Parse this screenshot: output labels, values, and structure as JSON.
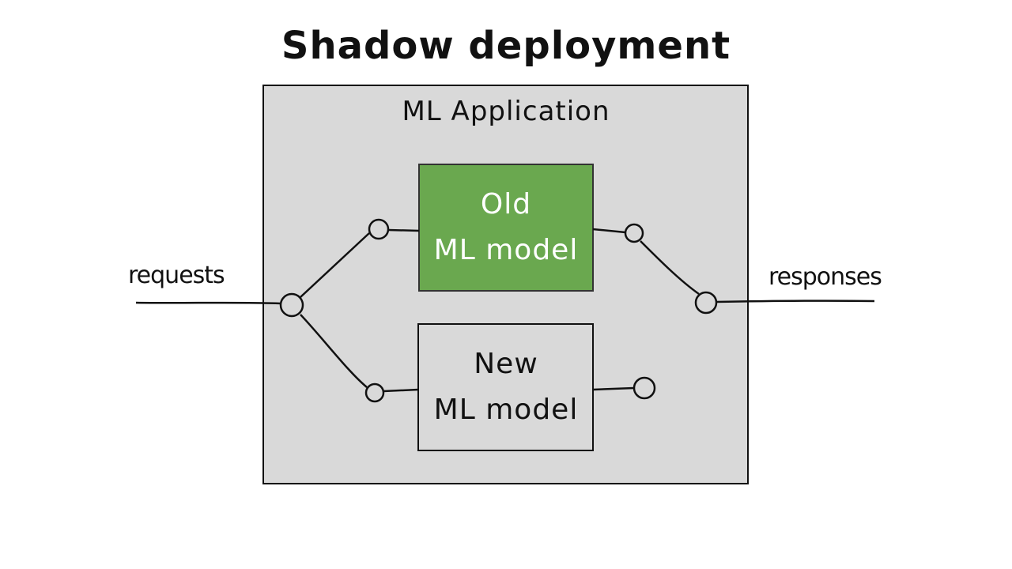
{
  "title": "Shadow deployment",
  "container": {
    "label": "ML Application",
    "fill": "#d9d9d9"
  },
  "old_model": {
    "line1": "Old",
    "line2": "ML model",
    "fill": "#6aa84f",
    "text_color": "#ffffff"
  },
  "new_model": {
    "line1": "New",
    "line2": "ML model",
    "fill": "#d9d9d9"
  },
  "inputs": {
    "requests": "requests",
    "responses": "responses"
  },
  "colors": {
    "stroke": "#111111",
    "background": "#ffffff"
  }
}
